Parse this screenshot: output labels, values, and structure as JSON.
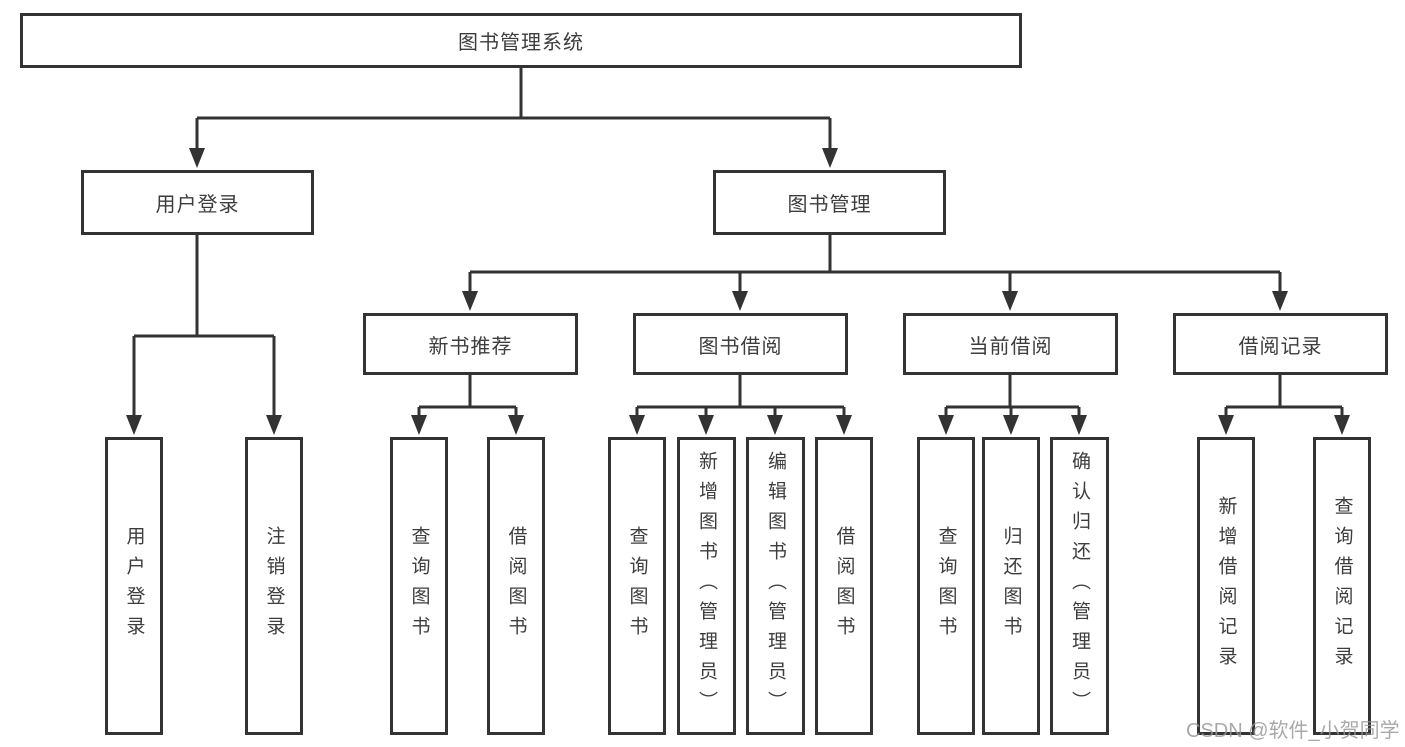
{
  "diagram": {
    "kind": "hierarchy-chart",
    "title": "图书管理系统"
  },
  "tree": {
    "root": {
      "label": "图书管理系统",
      "children": [
        {
          "label": "用户登录",
          "children": [
            {
              "label": "用户登录"
            },
            {
              "label": "注销登录"
            }
          ]
        },
        {
          "label": "图书管理",
          "children": [
            {
              "label": "新书推荐",
              "children": [
                {
                  "label": "查询图书"
                },
                {
                  "label": "借阅图书"
                }
              ]
            },
            {
              "label": "图书借阅",
              "children": [
                {
                  "label": "查询图书"
                },
                {
                  "label": "新增图书（管理员）"
                },
                {
                  "label": "编辑图书（管理员）"
                },
                {
                  "label": "借阅图书"
                }
              ]
            },
            {
              "label": "当前借阅",
              "children": [
                {
                  "label": "查询图书"
                },
                {
                  "label": "归还图书"
                },
                {
                  "label": "确认归还（管理员）"
                }
              ]
            },
            {
              "label": "借阅记录",
              "children": [
                {
                  "label": "新增借阅记录"
                },
                {
                  "label": "查询借阅记录"
                }
              ]
            }
          ]
        }
      ]
    }
  },
  "watermark": {
    "text": "CSDN @软件_小贺同学"
  },
  "colors": {
    "line": "#333333",
    "border": "#333333",
    "text": "#3d3d3d",
    "background": "#ffffff",
    "watermark": "#969696"
  }
}
